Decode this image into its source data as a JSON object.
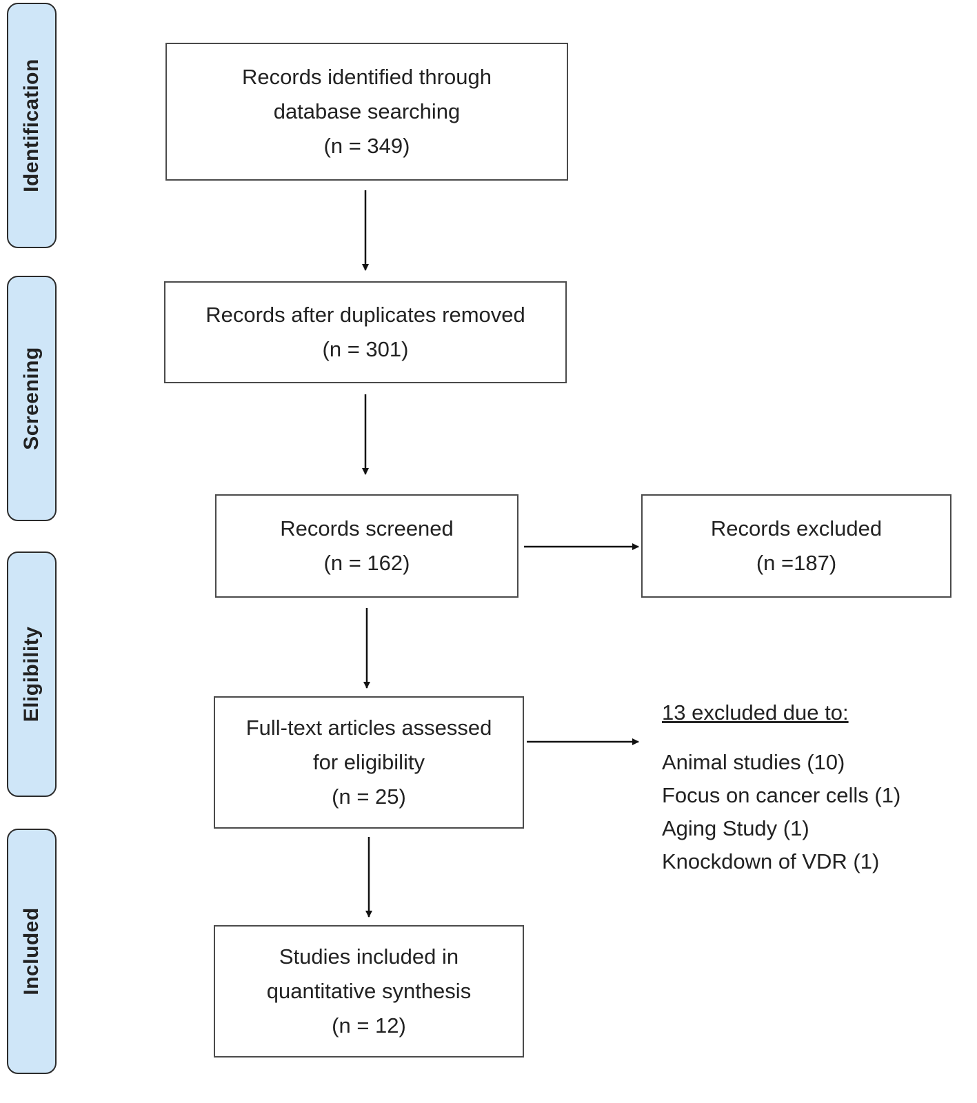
{
  "stages": [
    "Identification",
    "Screening",
    "Eligibility",
    "Included"
  ],
  "boxes": {
    "identified": [
      "Records identified through",
      "database searching",
      "(n = 349)"
    ],
    "duplicates_removed": [
      "Records after duplicates removed",
      "(n = 301)"
    ],
    "screened": [
      "Records screened",
      "(n = 162)"
    ],
    "excluded": [
      "Records excluded",
      "(n =187)"
    ],
    "fulltext": [
      "Full-text articles assessed",
      "for eligibility",
      "(n = 25)"
    ],
    "included": [
      "Studies included in",
      "quantitative synthesis",
      "(n = 12)"
    ]
  },
  "fulltext_exclusions": {
    "title": "13  excluded due to:",
    "reasons": [
      "Animal studies (10)",
      "Focus on cancer cells (1)",
      "Aging Study (1)",
      "Knockdown of VDR (1)"
    ]
  }
}
